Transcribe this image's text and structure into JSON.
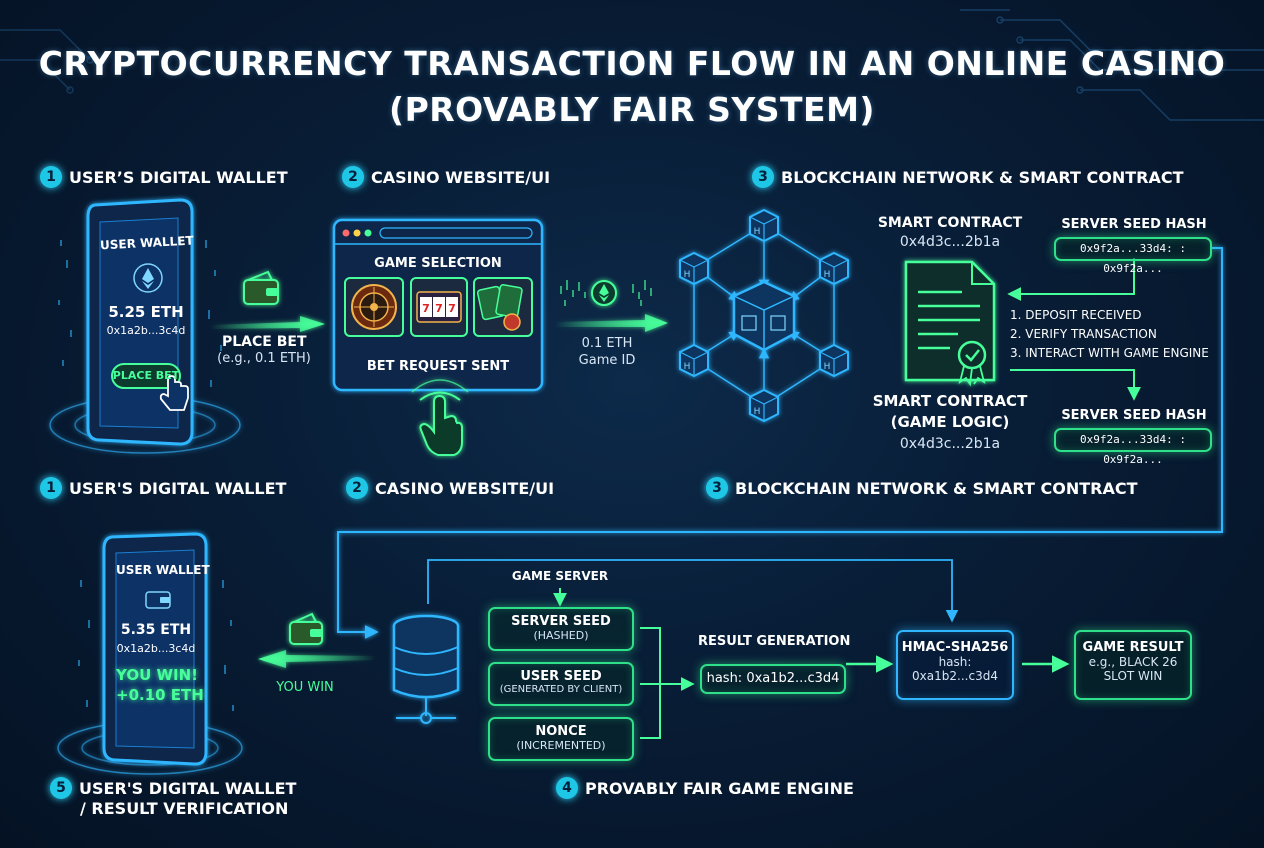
{
  "title": {
    "line1": "CRYPTOCURRENCY TRANSACTION FLOW IN AN ONLINE CASINO",
    "line2": "(PROVABLY FAIR SYSTEM)"
  },
  "sections": {
    "s1": {
      "num": "1",
      "label": "USER’S DIGITAL WALLET"
    },
    "s2": {
      "num": "2",
      "label": "CASINO WEBSITE/UI"
    },
    "s3": {
      "num": "3",
      "label": "BLOCKCHAIN NETWORK & SMART CONTRACT"
    },
    "s1b": {
      "num": "1",
      "label": "USER'S DIGITAL WALLET"
    },
    "s2b": {
      "num": "2",
      "label": "CASINO WEBSITE/UI"
    },
    "s3b": {
      "num": "3",
      "label": "BLOCKCHAIN NETWORK & SMART CONTRACT"
    },
    "s4": {
      "num": "4",
      "label": "PROVABLY FAIR GAME ENGINE"
    },
    "s5": {
      "num": "5",
      "label_line1": "USER'S DIGITAL WALLET",
      "label_line2": "/ RESULT VERIFICATION"
    }
  },
  "wallet_top": {
    "title": "USER WALLET",
    "balance": "5.25 ETH",
    "address": "0x1a2b...3c4d",
    "button": "PLACE BET"
  },
  "place_bet": {
    "label": "PLACE BET",
    "sub": "(e.g., 0.1 ETH)"
  },
  "casino_ui": {
    "game_selection": "GAME SELECTION",
    "bet_sent": "BET REQUEST SENT"
  },
  "tx_label": {
    "amount": "0.1 ETH",
    "game_id": "Game ID"
  },
  "blockchain": {
    "node_letter": "H"
  },
  "smart_contract_top": {
    "title": "SMART CONTRACT",
    "address": "0x4d3c...2b1a"
  },
  "smart_contract_bottom": {
    "line1": "SMART CONTRACT",
    "line2": "(GAME LOGIC)",
    "address": "0x4d3c...2b1a"
  },
  "server_seed_hash_top": {
    "label": "SERVER SEED HASH",
    "value": "0x9f2a...33d4: : 0x9f2a..."
  },
  "server_seed_hash_bottom": {
    "label": "SERVER SEED HASH",
    "value": "0x9f2a...33d4: : 0x9f2a..."
  },
  "steps": [
    "1. DEPOSIT RECEIVED",
    "2. VERIFY TRANSACTION",
    "3. INTERACT WITH GAME ENGINE"
  ],
  "game_server": {
    "label": "GAME SERVER"
  },
  "seeds": {
    "server_seed": {
      "label": "SERVER SEED",
      "sub": "(HASHED)"
    },
    "user_seed": {
      "label": "USER SEED",
      "sub": "(GENERATED BY CLIENT)"
    },
    "nonce": {
      "label": "NONCE",
      "sub": "(INCREMENTED)"
    }
  },
  "result_generation": {
    "label": "RESULT GENERATION",
    "hash": "hash: 0xa1b2...c3d4"
  },
  "hmac": {
    "title": "HMAC-SHA256",
    "line2": "hash:",
    "line3": "0xa1b2...c3d4"
  },
  "game_result": {
    "title": "GAME RESULT",
    "line2": "e.g., BLACK 26",
    "line3": "SLOT WIN"
  },
  "wallet_bottom": {
    "title": "USER WALLET",
    "balance": "5.35 ETH",
    "address": "0x1a2b...3c4d",
    "win": "YOU WIN!",
    "win_amount": "+0.10 ETH"
  },
  "you_win_label": "YOU WIN",
  "colors": {
    "green": "#47ff9a",
    "blue": "#2fb6ff",
    "cyan": "#1fc7e6",
    "background": "#06162b"
  }
}
